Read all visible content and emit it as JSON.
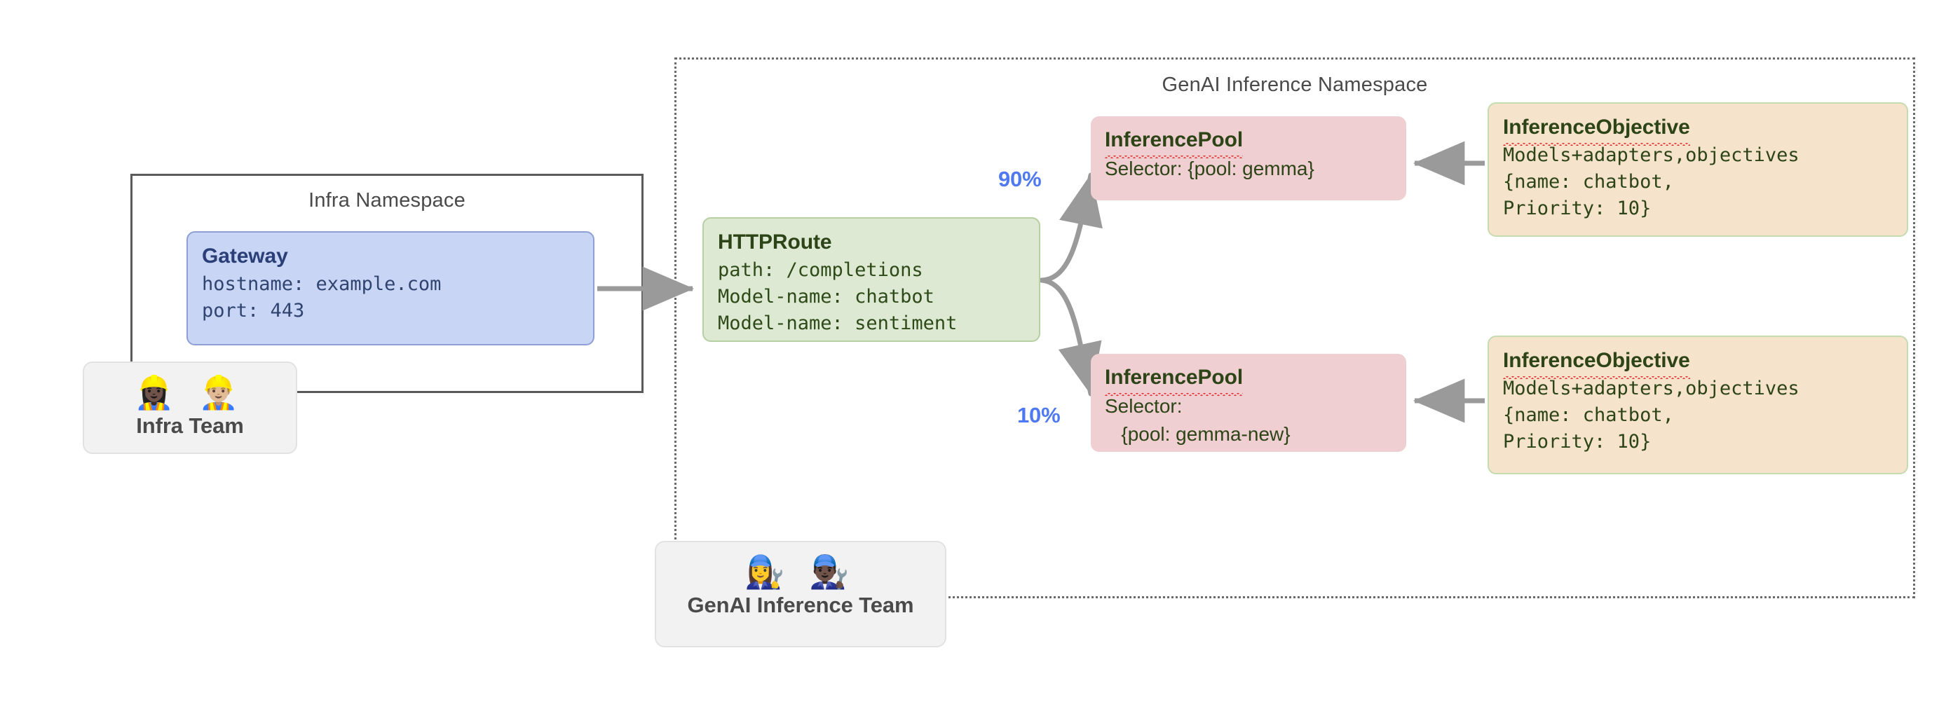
{
  "namespaces": {
    "genai": {
      "title": "GenAI Inference Namespace"
    },
    "infra": {
      "title": "Infra Namespace"
    }
  },
  "nodes": {
    "gateway": {
      "title": "Gateway",
      "body": "hostname: example.com\nport: 443"
    },
    "httproute": {
      "title": "HTTPRoute",
      "body": "path: /completions\nModel-name: chatbot\nModel-name: sentiment"
    },
    "pool_top": {
      "title": "InferencePool",
      "body": "Selector: {pool: gemma}"
    },
    "pool_bottom": {
      "title": "InferencePool",
      "body": "Selector:\n   {pool: gemma-new}"
    },
    "objective_top": {
      "title": "InferenceObjective",
      "body": "Models+adapters,objectives\n{name: chatbot,\nPriority: 10}"
    },
    "objective_bottom": {
      "title": "InferenceObjective",
      "body": "Models+adapters,objectives\n{name: chatbot,\nPriority: 10}"
    }
  },
  "teams": {
    "infra": {
      "label": "Infra Team",
      "faces": "👷🏿‍♀️ 👷🏼‍♂️"
    },
    "genai": {
      "label": "GenAI Inference Team",
      "faces": "👩‍🔧 👨🏿‍🔧"
    }
  },
  "edges": {
    "split_top_label": "90%",
    "split_bottom_label": "10%"
  },
  "colors": {
    "gateway_fill": "#c9d5f5",
    "gateway_border": "#8e9fd8",
    "httproute_fill": "#dde9d2",
    "httproute_border": "#b6cfa3",
    "pool_fill": "#efcfd1",
    "objective_fill": "#f5e3cb",
    "objective_border": "#c5dbb0",
    "arrow": "#9a9a9a",
    "pct_label": "#4f79f0",
    "namespace_border": "#6b6b6b"
  }
}
